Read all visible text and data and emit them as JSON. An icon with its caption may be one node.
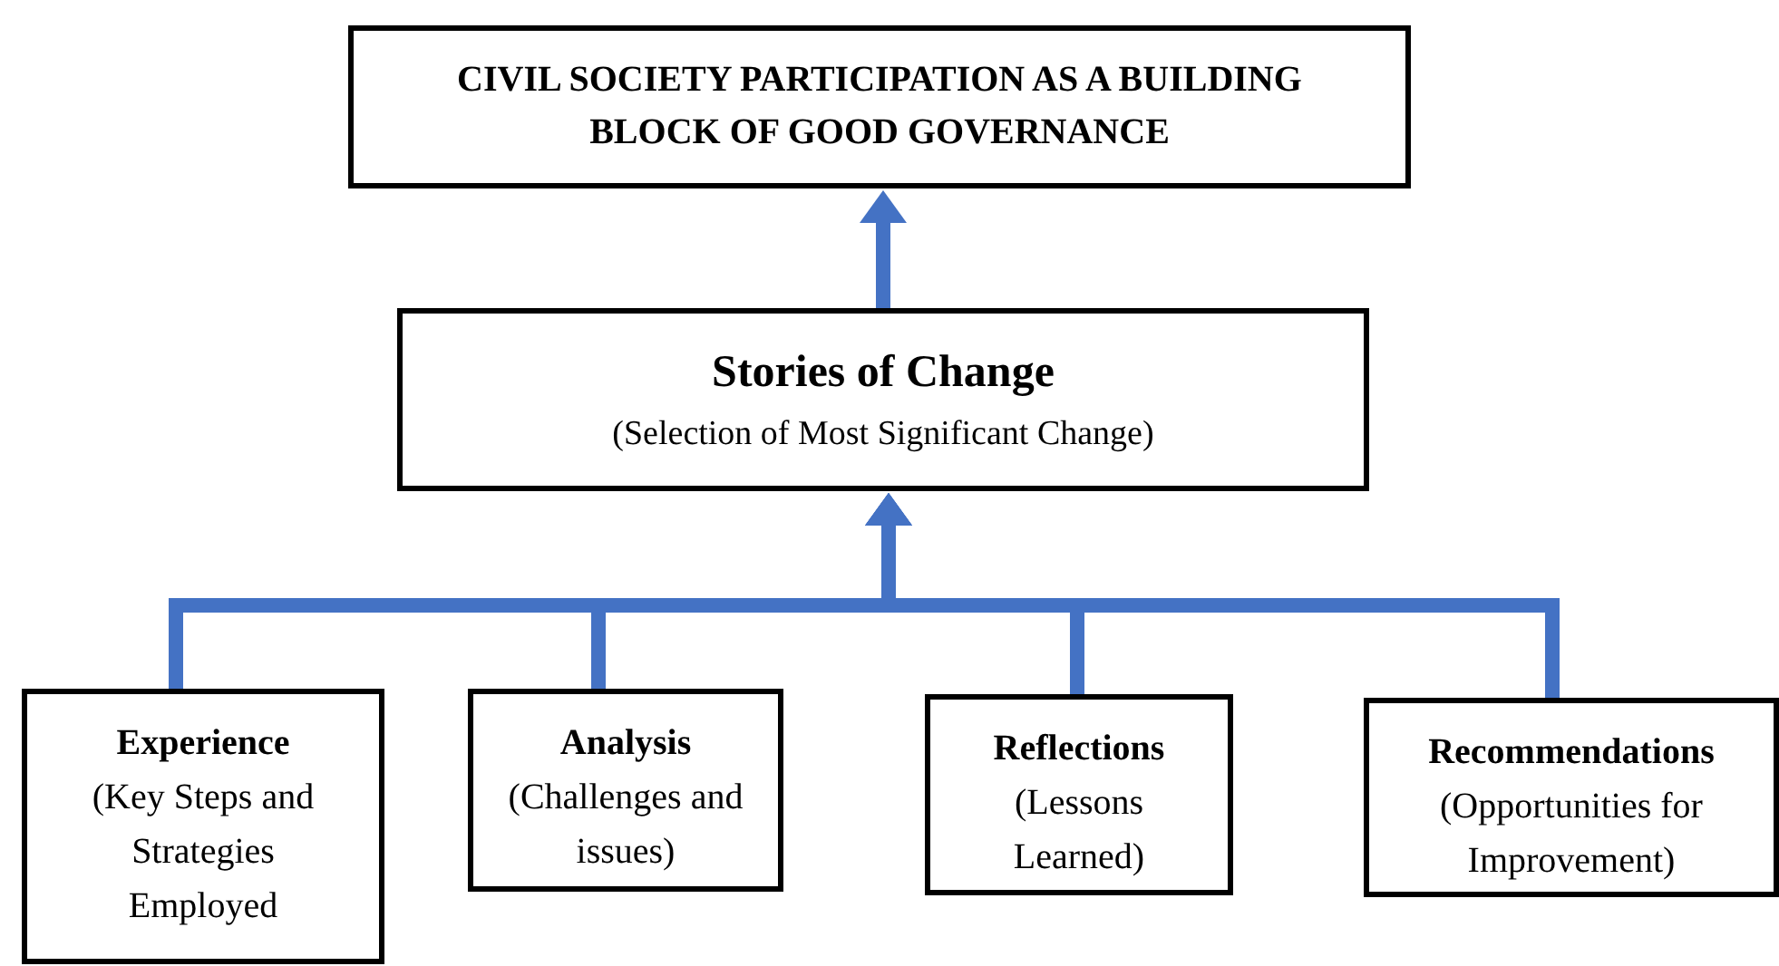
{
  "diagram": {
    "nodes": [
      {
        "text": [
          "CIVIL SOCIETY PARTICIPATION AS A BUILDING BLOCK OF GOOD GOVERNANCE"
        ]
      },
      {
        "text": [
          "Stories of Change",
          "(Selection of Most Significant Change)"
        ]
      },
      {
        "text": [
          "Experience",
          "(Key Steps and Strategies Employed"
        ]
      },
      {
        "text": [
          "Analysis",
          "(Challenges and issues)"
        ]
      },
      {
        "text": [
          "Reflections",
          "(Lessons Learned)"
        ]
      },
      {
        "text": [
          "Recommendations",
          "(Opportunities for Improvement)"
        ]
      }
    ],
    "edges": [
      {
        "from": 1,
        "to": 0,
        "arrow": "to"
      },
      {
        "from": 2,
        "to": 1,
        "arrow": "to"
      },
      {
        "from": 3,
        "to": 1,
        "arrow": "to"
      },
      {
        "from": 4,
        "to": 1,
        "arrow": "to"
      },
      {
        "from": 5,
        "to": 1,
        "arrow": "to"
      }
    ]
  }
}
